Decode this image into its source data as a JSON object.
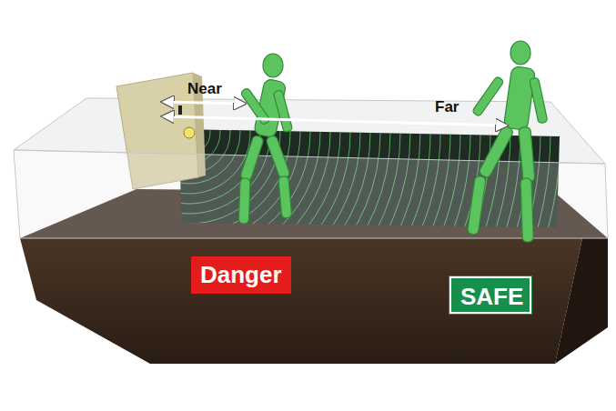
{
  "diagram": {
    "nodes": [
      {
        "text": [
          "Danger"
        ]
      },
      {
        "text": [
          "SAFE"
        ]
      }
    ],
    "labels": [
      "Near",
      "Far"
    ]
  }
}
